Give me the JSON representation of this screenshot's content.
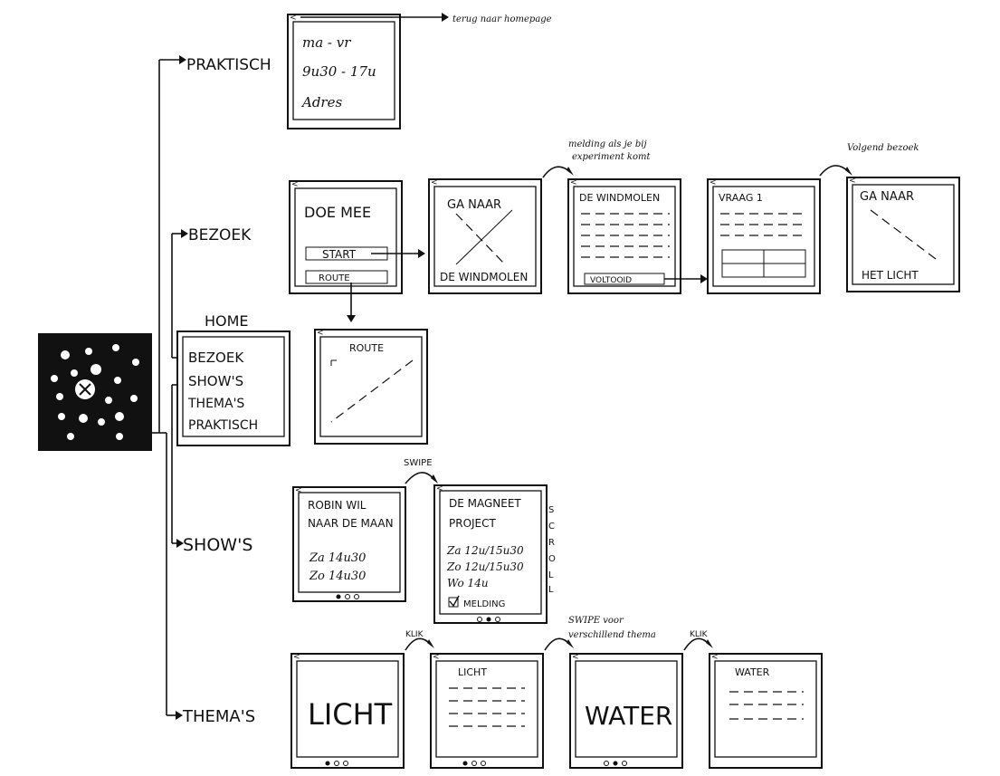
{
  "sections": {
    "praktisch": "PRAKTISCH",
    "bezoek": "BEZOEK",
    "shows": "SHOW'S",
    "themas": "THEMA'S"
  },
  "home": {
    "title": "HOME",
    "items": [
      "BEZOEK",
      "SHOW'S",
      "THEMA'S",
      "PRAKTISCH"
    ]
  },
  "praktisch_screen": {
    "lines": [
      "ma - vr",
      "9u30 - 17u",
      "Adres"
    ],
    "note": "terug naar homepage"
  },
  "bezoek_flow": {
    "doe_mee": "DOE MEE",
    "start": "START",
    "route": "ROUTE",
    "ga_naar": "GA NAAR",
    "windmolen": "DE WINDMOLEN",
    "windmolen_title": "DE WINDMOLEN",
    "voltooid": "VOLTOOID",
    "vraag": "VRAAG 1",
    "ga_naar_2": "GA NAAR",
    "het_licht": "HET LICHT",
    "note_melding": [
      "melding als je bij",
      "experiment komt"
    ],
    "note_volgend": "Volgend bezoek",
    "route_screen_title": "ROUTE"
  },
  "shows_flow": {
    "show1": [
      "ROBIN WIL",
      "NAAR DE MAAN"
    ],
    "show1_times": [
      "Za   14u30",
      "Zo   14u30"
    ],
    "swipe": "SWIPE",
    "show2": [
      "DE MAGNEET",
      "PROJECT"
    ],
    "show2_times": [
      "Za  12u/15u30",
      "Zo  12u/15u30",
      "Wo  14u"
    ],
    "melding": "MELDING",
    "scroll": [
      "S",
      "C",
      "R",
      "O",
      "L",
      "L"
    ]
  },
  "themas_flow": {
    "licht_big": "LICHT",
    "klik1": "KLIK",
    "licht_small": "LICHT",
    "swipe_note": [
      "SWIPE voor",
      "verschillend thema"
    ],
    "water_big": "WATER",
    "klik2": "KLIK",
    "water_small": "WATER"
  }
}
